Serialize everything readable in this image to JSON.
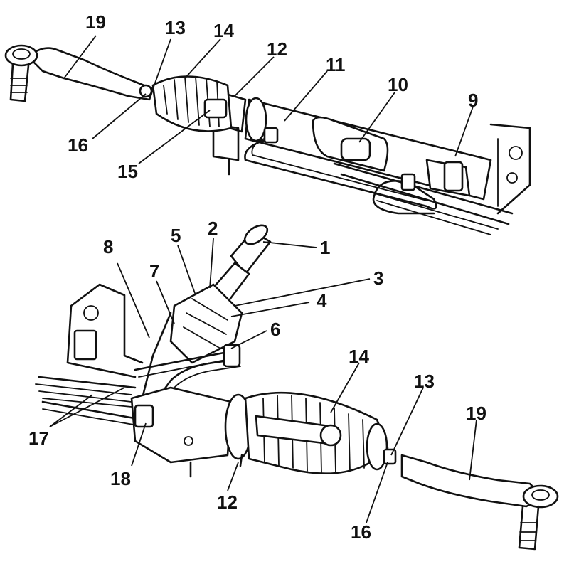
{
  "diagram": {
    "top_assembly": {
      "labels": [
        {
          "id": "19",
          "text": "19"
        },
        {
          "id": "13",
          "text": "13"
        },
        {
          "id": "14",
          "text": "14"
        },
        {
          "id": "12",
          "text": "12"
        },
        {
          "id": "11",
          "text": "11"
        },
        {
          "id": "10",
          "text": "10"
        },
        {
          "id": "9",
          "text": "9"
        },
        {
          "id": "16",
          "text": "16"
        },
        {
          "id": "15",
          "text": "15"
        }
      ]
    },
    "bottom_assembly": {
      "labels": [
        {
          "id": "1",
          "text": "1"
        },
        {
          "id": "2",
          "text": "2"
        },
        {
          "id": "5",
          "text": "5"
        },
        {
          "id": "8",
          "text": "8"
        },
        {
          "id": "7",
          "text": "7"
        },
        {
          "id": "3",
          "text": "3"
        },
        {
          "id": "4",
          "text": "4"
        },
        {
          "id": "6",
          "text": "6"
        },
        {
          "id": "14",
          "text": "14"
        },
        {
          "id": "13",
          "text": "13"
        },
        {
          "id": "19",
          "text": "19"
        },
        {
          "id": "17",
          "text": "17"
        },
        {
          "id": "18",
          "text": "18"
        },
        {
          "id": "12",
          "text": "12"
        },
        {
          "id": "16",
          "text": "16"
        }
      ]
    }
  }
}
